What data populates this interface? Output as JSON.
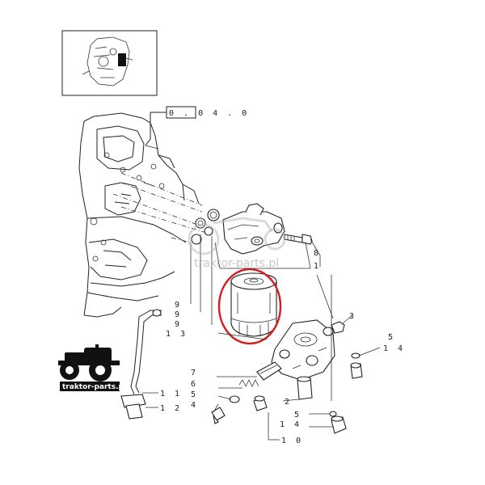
{
  "reference_box": {
    "text": "0 . 0 4 . 0"
  },
  "callouts": [
    {
      "id": "c8",
      "text": "8"
    },
    {
      "id": "c1",
      "text": "1"
    },
    {
      "id": "c9a",
      "text": "9"
    },
    {
      "id": "c9b",
      "text": "9"
    },
    {
      "id": "c9c",
      "text": "9"
    },
    {
      "id": "c13",
      "text": "1 3"
    },
    {
      "id": "c3",
      "text": "3"
    },
    {
      "id": "c5r",
      "text": "5"
    },
    {
      "id": "c14r",
      "text": "1 4"
    },
    {
      "id": "c7",
      "text": "7"
    },
    {
      "id": "c6",
      "text": "6"
    },
    {
      "id": "c5l",
      "text": "5"
    },
    {
      "id": "c4",
      "text": "4"
    },
    {
      "id": "c11",
      "text": "1 1"
    },
    {
      "id": "c12",
      "text": "1 2"
    },
    {
      "id": "c2",
      "text": "2"
    },
    {
      "id": "c5b",
      "text": "5"
    },
    {
      "id": "c14b",
      "text": "1 4"
    },
    {
      "id": "c10",
      "text": "1 0"
    }
  ],
  "logo": {
    "text": "traktor-parts.pl"
  },
  "watermark": {
    "text": "traktor-parts.pl"
  },
  "colors": {
    "highlight": "#d42020",
    "line": "#222222",
    "logo_bg": "#111111"
  }
}
